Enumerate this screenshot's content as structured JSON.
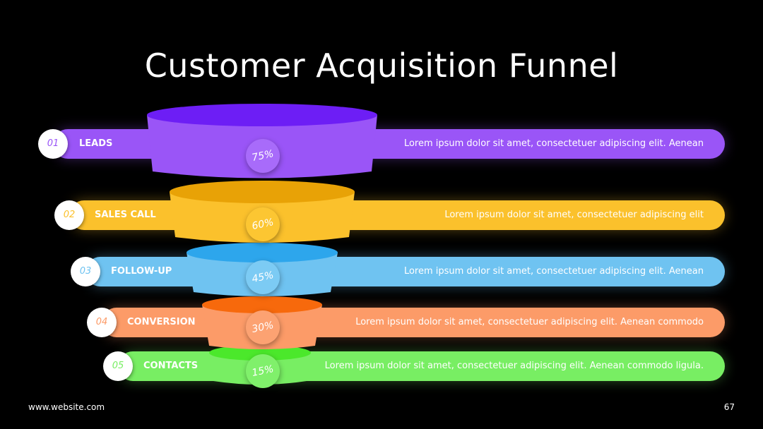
{
  "title": "Customer Acquisition Funnel",
  "stages": [
    {
      "num": "01",
      "label": "LEADS",
      "pct": "75%",
      "desc": "Lorem ipsum dolor sit amet, consectetuer adipiscing elit. Aenean",
      "color": "#9a55f7",
      "dark": "#6d1ef5",
      "pctbg": "#a86bfa"
    },
    {
      "num": "02",
      "label": "SALES CALL",
      "pct": "60%",
      "desc": "Lorem ipsum dolor sit amet, consectetuer adipiscing elit",
      "color": "#fbc12c",
      "dark": "#e8a206",
      "pctbg": "#fcc632"
    },
    {
      "num": "03",
      "label": "FOLLOW-UP",
      "pct": "45%",
      "desc": "Lorem ipsum dolor sit amet, consectetuer adipiscing elit. Aenean",
      "color": "#6fc3f1",
      "dark": "#2da6ec",
      "pctbg": "#7ccbf4"
    },
    {
      "num": "04",
      "label": "CONVERSION",
      "pct": "30%",
      "desc": "Lorem ipsum dolor sit amet, consectetuer adipiscing elit. Aenean commodo",
      "color": "#fc9b68",
      "dark": "#f7690c",
      "pctbg": "#fca272"
    },
    {
      "num": "05",
      "label": "CONTACTS",
      "pct": "15%",
      "desc": "Lorem ipsum dolor sit amet, consectetuer adipiscing elit. Aenean commodo ligula.",
      "color": "#78ee63",
      "dark": "#4be82b",
      "pctbg": "#80f06b"
    }
  ],
  "footer": {
    "website": "www.website.com",
    "page": "67"
  }
}
